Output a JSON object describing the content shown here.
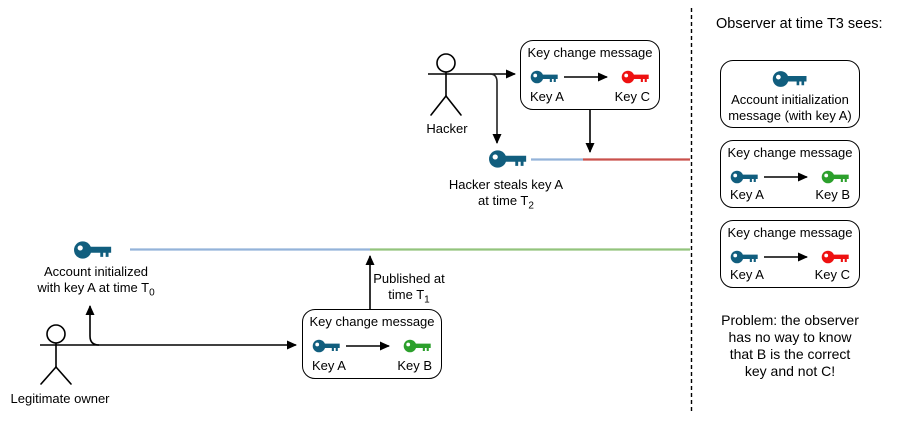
{
  "colors": {
    "key_a": "#115e7e",
    "key_b": "#2ca02c",
    "key_c": "#ee1111",
    "timeline_blue": "#94b3d9",
    "timeline_green": "#93c47d",
    "timeline_red": "#c9514c",
    "outline": "#000000"
  },
  "icons": {
    "key": "key-icon",
    "person": "stick-figure-icon",
    "arrow": "arrowhead-icon"
  },
  "actors": {
    "hacker": "Hacker",
    "owner": "Legitimate owner"
  },
  "labels": {
    "steal_line1": "Hacker steals key A",
    "steal_line2_text": "at time T",
    "steal_line2_sub": "2",
    "init_line1": "Account initialized",
    "init_line2_text": "with key A at time T",
    "init_line2_sub": "0",
    "published_line1": "Published at",
    "published_line2_text": "time T",
    "published_line2_sub": "1"
  },
  "boxes": {
    "hacker_change": {
      "title": "Key change message",
      "from": "Key A",
      "to": "Key C"
    },
    "owner_change": {
      "title": "Key change message",
      "from": "Key A",
      "to": "Key B"
    }
  },
  "observer": {
    "title": "Observer at time T3 sees:",
    "init_box": {
      "line1": "Account initialization",
      "line2": "message (with key A)"
    },
    "box_b": {
      "title": "Key change message",
      "from": "Key A",
      "to": "Key B"
    },
    "box_c": {
      "title": "Key change message",
      "from": "Key A",
      "to": "Key C"
    },
    "problem": [
      "Problem: the observer",
      "has no way to know",
      "that B is the correct",
      "key and not C!"
    ]
  }
}
